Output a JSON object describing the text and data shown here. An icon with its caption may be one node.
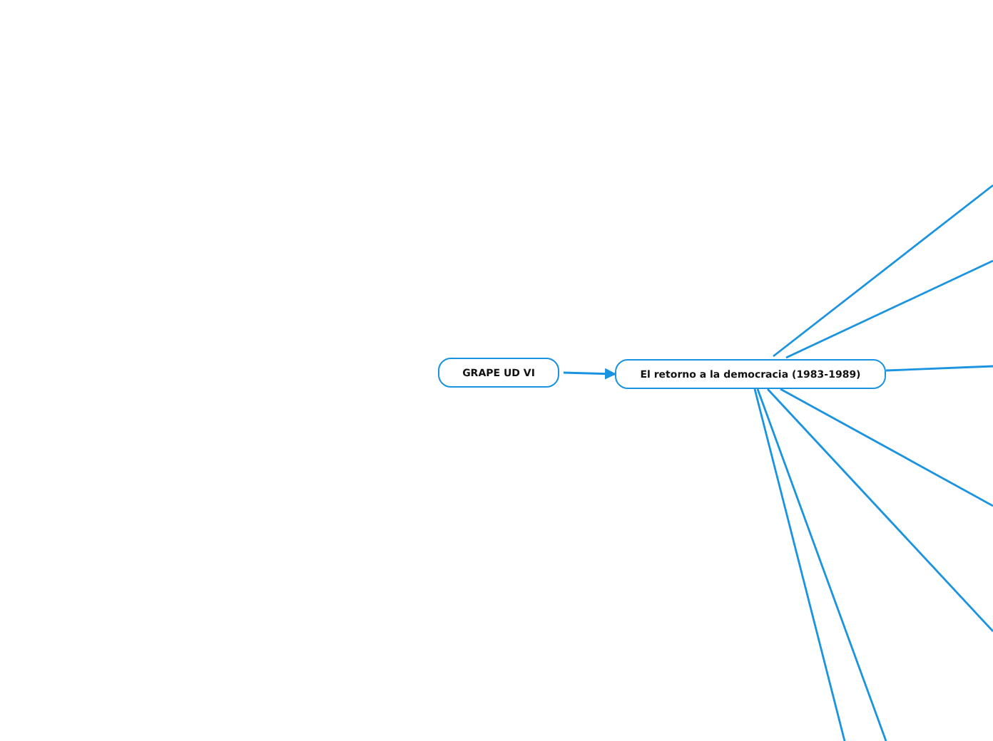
{
  "diagram": {
    "nodes": [
      {
        "text": [
          "GRAPE UD VI"
        ]
      },
      {
        "text": [
          "El retorno a la democracia (1983-1989)"
        ]
      }
    ],
    "edges": [
      {
        "from": 0,
        "to": 1,
        "arrow": "to"
      },
      {
        "from": 1,
        "to": null,
        "arrow": "none"
      },
      {
        "from": 1,
        "to": null,
        "arrow": "none"
      },
      {
        "from": 1,
        "to": null,
        "arrow": "none"
      },
      {
        "from": 1,
        "to": null,
        "arrow": "none"
      },
      {
        "from": 1,
        "to": null,
        "arrow": "none"
      },
      {
        "from": 1,
        "to": null,
        "arrow": "none"
      },
      {
        "from": 1,
        "to": null,
        "arrow": "none"
      }
    ]
  }
}
